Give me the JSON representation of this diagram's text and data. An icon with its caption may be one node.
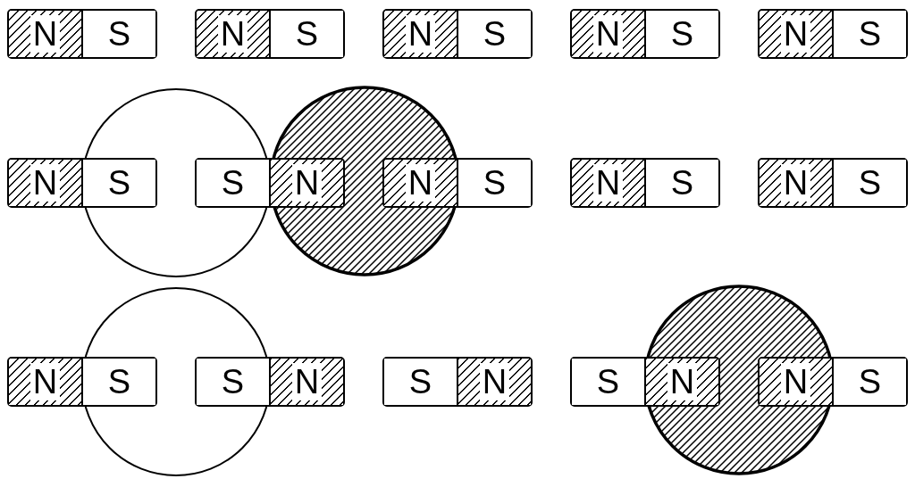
{
  "diagram": {
    "nodes": [
      {
        "text": [
          "N",
          "S"
        ]
      },
      {
        "text": [
          "N",
          "S"
        ]
      },
      {
        "text": [
          "N",
          "S"
        ]
      },
      {
        "text": [
          "N",
          "S"
        ]
      },
      {
        "text": [
          "N",
          "S"
        ]
      },
      {
        "text": [
          "N",
          "S"
        ]
      },
      {
        "text": [
          "S",
          "N"
        ]
      },
      {
        "text": [
          "N",
          "S"
        ]
      },
      {
        "text": [
          "N",
          "S"
        ]
      },
      {
        "text": [
          "N",
          "S"
        ]
      },
      {
        "text": [
          "N",
          "S"
        ]
      },
      {
        "text": [
          "S",
          "N"
        ]
      },
      {
        "text": [
          "S",
          "N"
        ]
      },
      {
        "text": [
          "S",
          "N"
        ]
      },
      {
        "text": [
          "N",
          "S"
        ]
      }
    ]
  }
}
